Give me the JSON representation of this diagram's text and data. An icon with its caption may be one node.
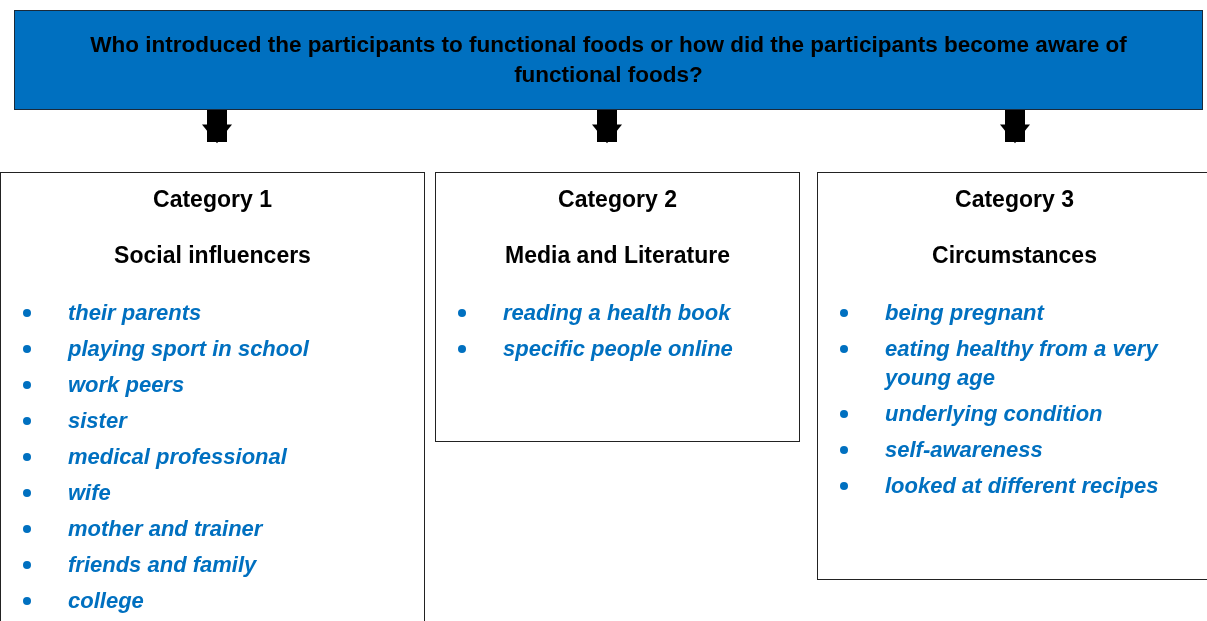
{
  "diagram": {
    "nodes": [
      {
        "text": [
          "Who introduced the participants to functional foods or how did the participants become aware of functional foods?"
        ]
      },
      {
        "text": [
          "Category 1",
          "Social influencers",
          "their parents",
          "playing sport in school",
          "work peers",
          "sister",
          "medical professional",
          "wife",
          "mother and trainer",
          "friends and family",
          "college"
        ]
      },
      {
        "text": [
          "Category 2",
          "Media and Literature",
          "reading a health book",
          "specific people online"
        ]
      },
      {
        "text": [
          "Category 3",
          "Circumstances",
          "being pregnant",
          "eating healthy from a very young age",
          "underlying condition",
          "self-awareness",
          "looked at different recipes"
        ]
      }
    ],
    "edges": [
      {
        "from": 0,
        "to": 1,
        "arrow": "to"
      },
      {
        "from": 0,
        "to": 2,
        "arrow": "to"
      },
      {
        "from": 0,
        "to": 3,
        "arrow": "to"
      }
    ]
  }
}
